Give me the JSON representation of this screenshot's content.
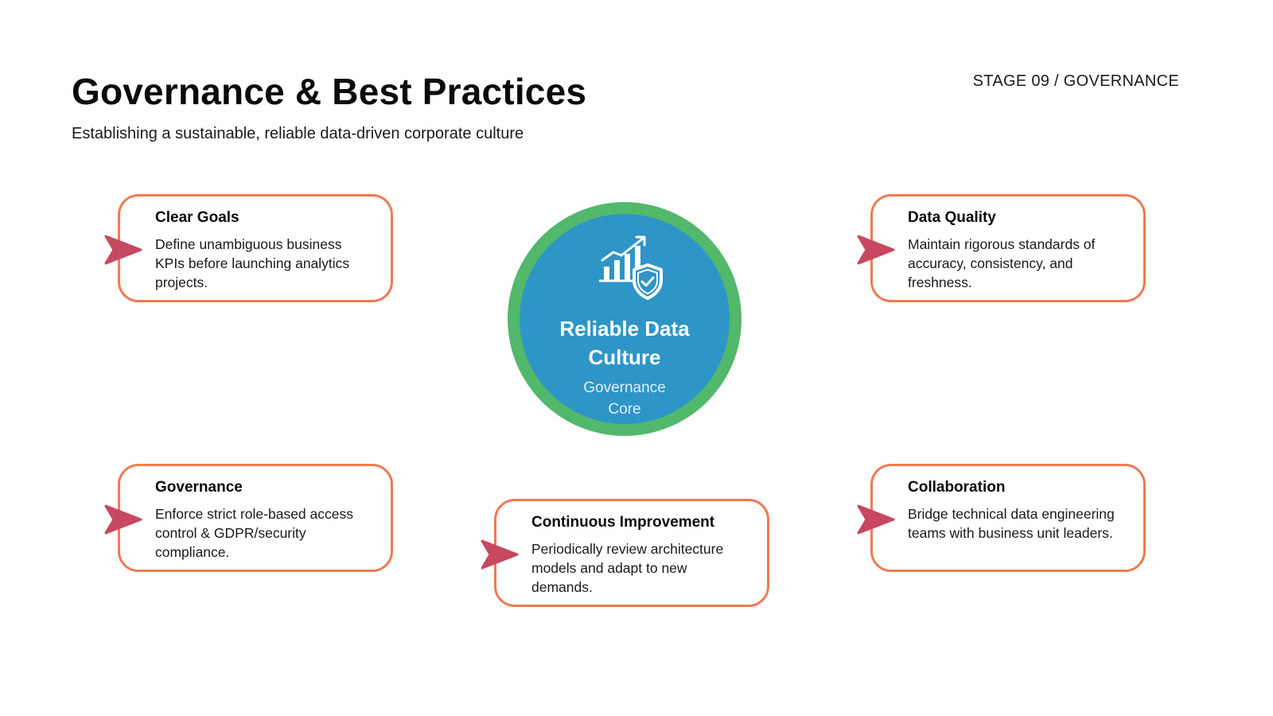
{
  "header": {
    "title": "Governance & Best Practices",
    "subtitle": "Establishing a sustainable, reliable data-driven corporate culture",
    "stage": "STAGE 09 / GOVERNANCE"
  },
  "center": {
    "title_line1": "Reliable Data",
    "title_line2": "Culture",
    "sub_line1": "Governance",
    "sub_line2": "Core",
    "icon": "chart-shield-icon"
  },
  "cards": [
    {
      "title": "Clear Goals",
      "text": "Define unambiguous business KPIs before launching analytics projects."
    },
    {
      "title": "Data Quality",
      "text": "Maintain rigorous standards of accuracy, consistency, and freshness."
    },
    {
      "title": "Governance",
      "text": "Enforce strict role-based access control & GDPR/security compliance."
    },
    {
      "title": "Continuous Improvement",
      "text": "Periodically review architecture models and adapt to new demands."
    },
    {
      "title": "Collaboration",
      "text": "Bridge technical data engineering teams with business unit leaders."
    }
  ],
  "colors": {
    "card_border": "#ee7a52",
    "pointer": "#c7485f",
    "ring": "#52b86b",
    "core": "#2e95c7"
  }
}
